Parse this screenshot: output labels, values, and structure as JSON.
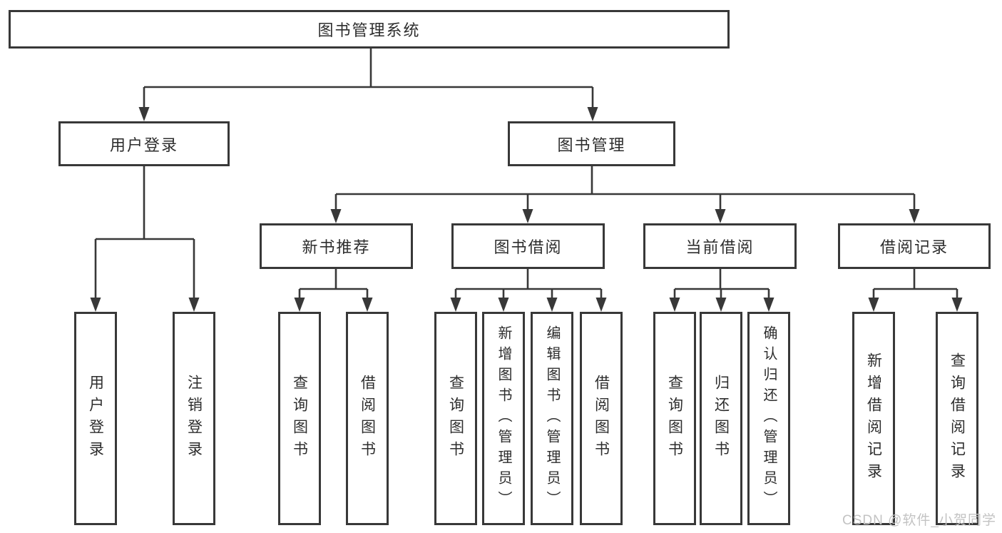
{
  "diagram_title": "图书管理系统",
  "tree": {
    "label": "图书管理系统",
    "children": [
      {
        "label": "用户登录",
        "children": [
          {
            "label": "用户登录"
          },
          {
            "label": "注销登录"
          }
        ]
      },
      {
        "label": "图书管理",
        "children": [
          {
            "label": "新书推荐",
            "children": [
              {
                "label": "查询图书"
              },
              {
                "label": "借阅图书"
              }
            ]
          },
          {
            "label": "图书借阅",
            "children": [
              {
                "label": "查询图书"
              },
              {
                "label": "新增图书（管理员）"
              },
              {
                "label": "编辑图书（管理员）"
              },
              {
                "label": "借阅图书"
              }
            ]
          },
          {
            "label": "当前借阅",
            "children": [
              {
                "label": "查询图书"
              },
              {
                "label": "归还图书"
              },
              {
                "label": "确认归还（管理员）"
              }
            ]
          },
          {
            "label": "借阅记录",
            "children": [
              {
                "label": "新增借阅记录"
              },
              {
                "label": "查询借阅记录"
              }
            ]
          }
        ]
      }
    ]
  },
  "watermark": {
    "text": "CSDN @软件_小贺同学"
  },
  "colors": {
    "line": "#383838",
    "box_border": "#383838",
    "text": "#2d2d2d",
    "background": "#ffffff",
    "watermark": "#c3c3c3"
  }
}
